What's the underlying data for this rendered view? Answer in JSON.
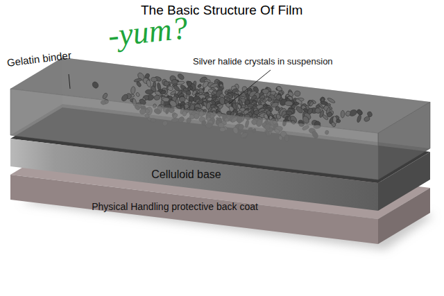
{
  "diagram": {
    "title": "The Basic Structure Of Film",
    "nodes": [
      {
        "text": [
          "Celluloid base"
        ]
      },
      {
        "text": [
          "Physical Handling protective back coat"
        ]
      }
    ],
    "labels": [
      "Gelatin binder",
      "-yum?",
      "Silver halide crystals in suspension"
    ]
  }
}
